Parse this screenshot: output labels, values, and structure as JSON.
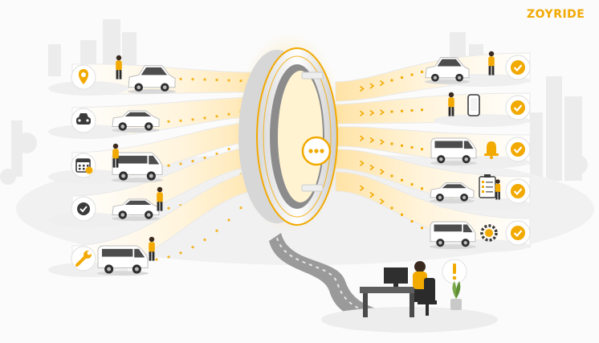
{
  "brand": {
    "name": "ZOYRIDE",
    "accent_color": "#f2a900",
    "ink_color": "#2b2b2b"
  },
  "left_rows": [
    {
      "icon": "location-pin-icon",
      "vehicle": "suv",
      "person": true
    },
    {
      "icon": "car-front-icon",
      "vehicle": "sedan",
      "person": false
    },
    {
      "icon": "calendar-check-icon",
      "vehicle": "van",
      "person": true
    },
    {
      "icon": "checkmark-icon",
      "vehicle": "sedan",
      "person": true
    },
    {
      "icon": "wrench-icon",
      "vehicle": "van",
      "person": true
    }
  ],
  "right_rows": [
    {
      "vehicle": "suv",
      "accessory": "person",
      "status_icon": "check-circle-icon"
    },
    {
      "vehicle": "none",
      "accessory": "phone",
      "status_icon": "check-circle-icon"
    },
    {
      "vehicle": "van",
      "accessory": "bell",
      "status_icon": "check-circle-icon"
    },
    {
      "vehicle": "sedan",
      "accessory": "clipboard",
      "status_icon": "check-circle-icon"
    },
    {
      "vehicle": "van",
      "accessory": "gear",
      "status_icon": "check-circle-icon"
    }
  ],
  "hub": {
    "icon": "ellipsis-icon"
  },
  "operator": {
    "alert_icon": "exclamation-icon",
    "plant": true
  }
}
